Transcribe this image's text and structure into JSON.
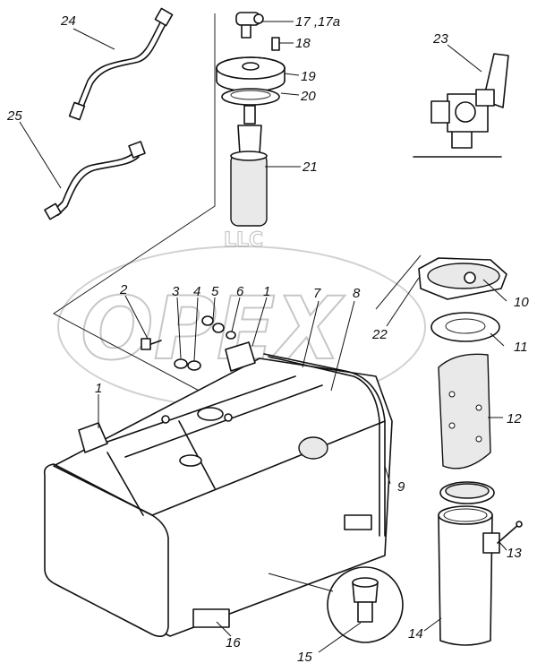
{
  "figure": {
    "watermark_text": "OPEX",
    "watermark_small_text": "LLC",
    "callouts": {
      "c1a": "1",
      "c1b": "1",
      "c2": "2",
      "c3": "3",
      "c4": "4",
      "c5": "5",
      "c6": "6",
      "c7": "7",
      "c8": "8",
      "c9": "9",
      "c10": "10",
      "c11": "11",
      "c12": "12",
      "c13": "13",
      "c14": "14",
      "c15": "15",
      "c16": "16",
      "c17": "17 ,17a",
      "c18": "18",
      "c19": "19",
      "c20": "20",
      "c21": "21",
      "c22": "22",
      "c23": "23",
      "c24": "24",
      "c25": "25"
    }
  }
}
